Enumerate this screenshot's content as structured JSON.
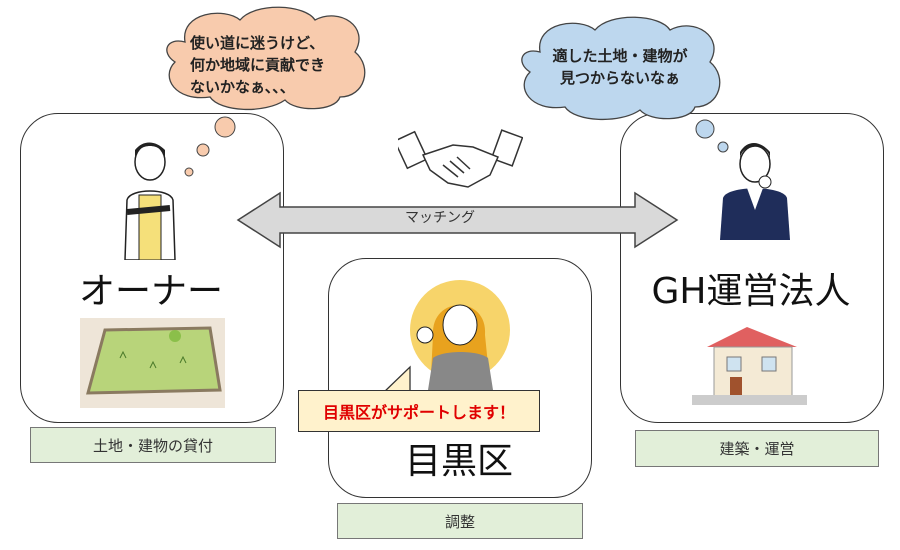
{
  "owner": {
    "title": "オーナー",
    "label": "土地・建物の貸付",
    "thought": [
      "使い道に迷うけど、",
      "何か地域に貢献でき",
      "ないかなぁ、、、"
    ]
  },
  "corp": {
    "title": "GH運営法人",
    "label": "建築・運営",
    "thought": [
      "適した土地・建物が",
      "見つからないなぁ"
    ]
  },
  "meguro": {
    "title": "目黒区",
    "label": "調整",
    "callout": "目黒区がサポートします！"
  },
  "arrow": {
    "label": "マッチング"
  },
  "colors": {
    "owner_cloud": "#f8cbad",
    "corp_cloud": "#bdd7ee",
    "label_bg": "#e2efd9",
    "callout_bg": "#fff2cc",
    "callout_text": "#e00000"
  }
}
